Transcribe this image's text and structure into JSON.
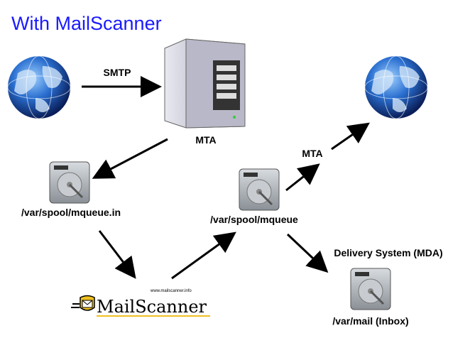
{
  "title": "With MailScanner",
  "labels": {
    "smtp": "SMTP",
    "mta_server": "MTA",
    "mqueue_in": "/var/spool/mqueue.in",
    "mqueue": "/var/spool/mqueue",
    "mta_out": "MTA",
    "mda": "Delivery System (MDA)",
    "inbox": "/var/mail (Inbox)"
  },
  "logo": {
    "text": "MailScanner",
    "url_text": "www.mailscanner.info"
  },
  "colors": {
    "title": "#1a1aff",
    "logo_underline": "#f0c020"
  }
}
